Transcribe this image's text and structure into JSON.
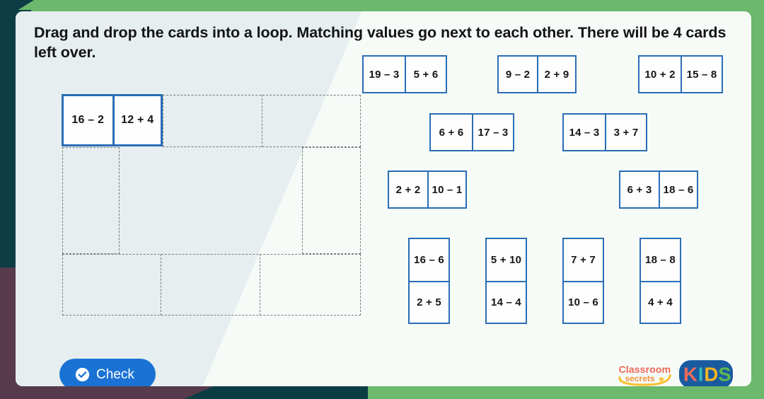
{
  "instruction": "Drag and drop the cards into a loop. Matching values go next to each other. There will be 4 cards left over.",
  "colors": {
    "frame_green": "#6cb86c",
    "frame_teal": "#0d3d44",
    "frame_purple": "#573a4c",
    "card_border": "#2a6db5",
    "button_blue": "#1a73d4",
    "slot_dash": "#7b7b7b",
    "slide_bg": "#f7fbf8"
  },
  "loop": {
    "placed_cards": [
      {
        "left": "16 – 2",
        "right": "12 + 4"
      }
    ],
    "empty_slots_count": 6
  },
  "tray": {
    "rows": [
      {
        "orientation": "horizontal",
        "cards": [
          {
            "left": "19 – 3",
            "right": "5 + 6"
          },
          {
            "left": "9 – 2",
            "right": "2 + 9"
          },
          {
            "left": "10 + 2",
            "right": "15 – 8"
          }
        ]
      },
      {
        "orientation": "horizontal",
        "cards": [
          {
            "left": "6 + 6",
            "right": "17 – 3"
          },
          {
            "left": "14 – 3",
            "right": "3 + 7"
          }
        ]
      },
      {
        "orientation": "horizontal",
        "cards": [
          {
            "left": "2 + 2",
            "right": "10 – 1"
          },
          {
            "left": "6 + 3",
            "right": "18 – 6"
          }
        ]
      },
      {
        "orientation": "vertical",
        "cards": [
          {
            "top": "16 – 6",
            "bottom": "2 + 5"
          },
          {
            "top": "5 + 10",
            "bottom": "14 – 4"
          },
          {
            "top": "7 + 7",
            "bottom": "10 – 6"
          },
          {
            "top": "18 – 8",
            "bottom": "4 + 4"
          }
        ]
      }
    ]
  },
  "check_button": {
    "label": "Check",
    "icon": "check-circle-icon"
  },
  "branding": {
    "classroom_secrets": {
      "line1": "Classroom",
      "line2": "secrets"
    },
    "kids": {
      "letters": [
        "K",
        "I",
        "D",
        "S"
      ]
    }
  }
}
